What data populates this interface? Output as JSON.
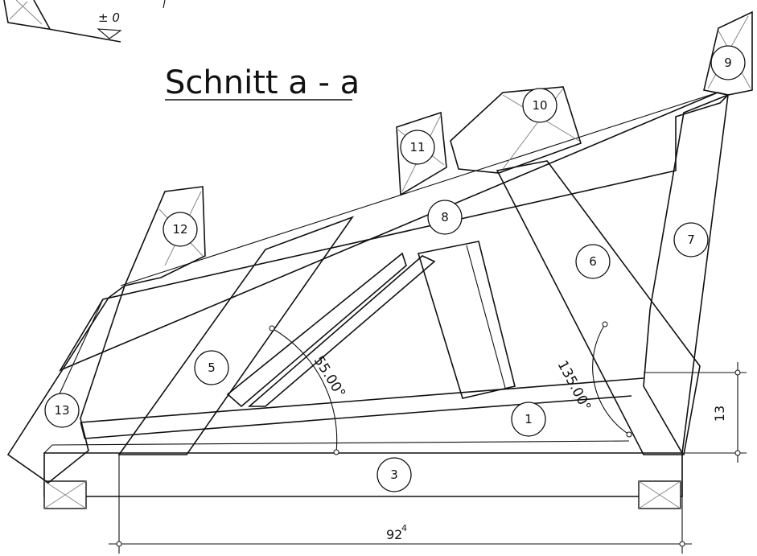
{
  "drawing": {
    "title": "Schnitt a - a",
    "level_label": "± 0",
    "dimensions": {
      "width_main": "92",
      "width_sup": "4",
      "height": "13"
    },
    "angles": {
      "left": "55.00°",
      "right": "135.00°"
    },
    "parts": [
      "1",
      "3",
      "5",
      "6",
      "7",
      "8",
      "9",
      "10",
      "11",
      "12",
      "13"
    ]
  }
}
